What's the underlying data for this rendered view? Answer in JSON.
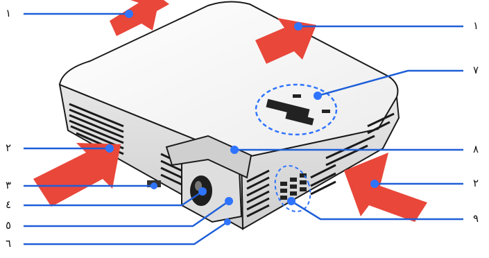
{
  "callouts": {
    "left": [
      "١",
      "٢",
      "٣",
      "٤",
      "٥",
      "٦"
    ],
    "right": [
      "١",
      "٧",
      "٨",
      "٢",
      "٩"
    ]
  },
  "colors": {
    "arrow": "#e8473a",
    "leader": "#1f5fd8",
    "dot": "#2f74ff",
    "body": "#f2f2f2",
    "outline": "#1a1a1a"
  },
  "icons": {
    "exhaust_arrow": "arrow-up-right-icon",
    "intake_arrow": "arrow-up-right-icon",
    "pointer_dot": "dot-icon"
  }
}
